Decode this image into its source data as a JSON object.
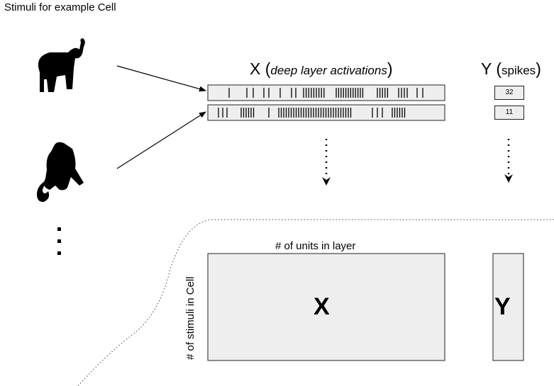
{
  "title": "Stimuli for example Cell",
  "x_header": {
    "symbol": "X",
    "open": " (",
    "detail": "deep layer activations",
    "close": ")"
  },
  "y_header": {
    "symbol": "Y",
    "open": " (",
    "detail": "spikes",
    "close": ")"
  },
  "spike_counts": [
    "32",
    "11"
  ],
  "matrix": {
    "units_label": "# of units in layer",
    "stimuli_label": "# of stimuli in Cell",
    "x_label": "X",
    "y_label": "Y"
  },
  "icons": [
    "elephant-silhouette-icon",
    "monkey-silhouette-icon",
    "vertical-ellipsis-icon"
  ],
  "colors": {
    "panel_fill": "#eeeeee",
    "stroke": "#222222",
    "silhouette": "#000000"
  }
}
